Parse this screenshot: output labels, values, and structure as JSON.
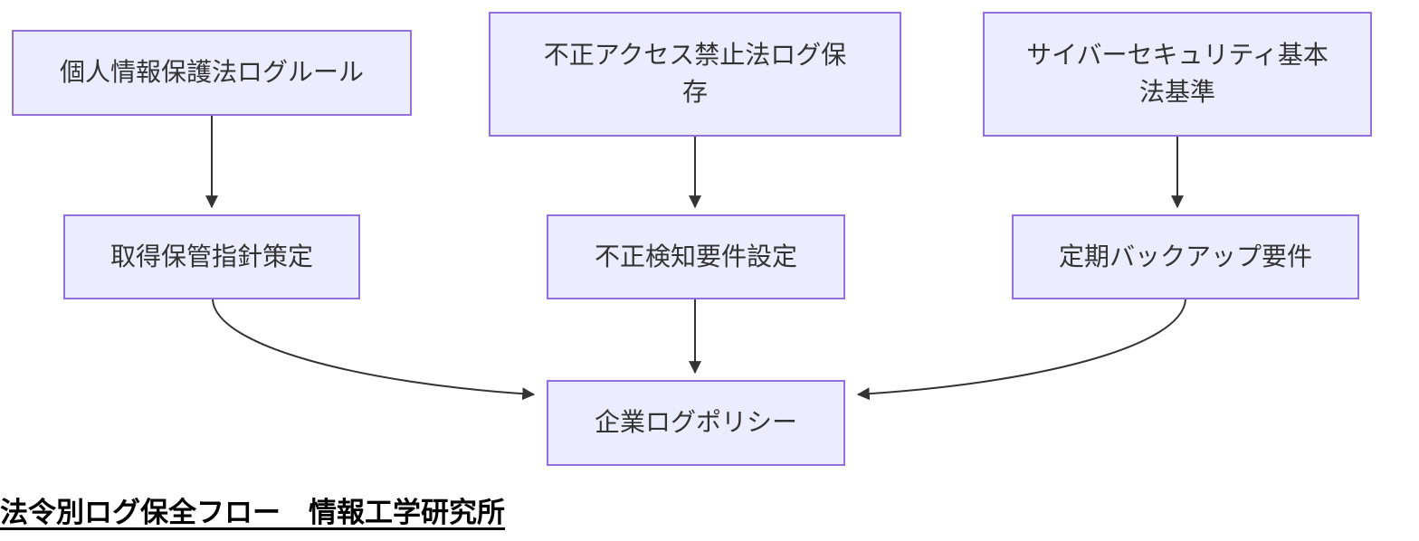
{
  "diagram": {
    "type": "flowchart",
    "direction": "top-down",
    "nodes": [
      {
        "id": "privacy_law",
        "label": "個人情報保護法ログルール",
        "lines": [
          "個人情報保護法ログルール"
        ]
      },
      {
        "id": "unauthorized_access_law",
        "label": "不正アクセス禁止法ログ保存",
        "lines": [
          "不正アクセス禁止法ログ保",
          "存"
        ]
      },
      {
        "id": "cybersecurity_basic_law",
        "label": "サイバーセキュリティ基本法基準",
        "lines": [
          "サイバーセキュリティ基本",
          "法基準"
        ]
      },
      {
        "id": "acquisition_storage_guideline",
        "label": "取得保管指針策定",
        "lines": [
          "取得保管指針策定"
        ]
      },
      {
        "id": "fraud_detection_requirements",
        "label": "不正検知要件設定",
        "lines": [
          "不正検知要件設定"
        ]
      },
      {
        "id": "periodic_backup_requirements",
        "label": "定期バックアップ要件",
        "lines": [
          "定期バックアップ要件"
        ]
      },
      {
        "id": "corporate_log_policy",
        "label": "企業ログポリシー",
        "lines": [
          "企業ログポリシー"
        ]
      }
    ],
    "edges": [
      {
        "from": "privacy_law",
        "to": "acquisition_storage_guideline"
      },
      {
        "from": "unauthorized_access_law",
        "to": "fraud_detection_requirements"
      },
      {
        "from": "cybersecurity_basic_law",
        "to": "periodic_backup_requirements"
      },
      {
        "from": "acquisition_storage_guideline",
        "to": "corporate_log_policy"
      },
      {
        "from": "fraud_detection_requirements",
        "to": "corporate_log_policy"
      },
      {
        "from": "periodic_backup_requirements",
        "to": "corporate_log_policy"
      }
    ],
    "caption": "法令別ログ保全フロー　情報工学研究所",
    "colors": {
      "node_fill": "#ECECFF",
      "node_border": "#9370DB",
      "edge_color": "#333333",
      "node_text_color": "#333333",
      "caption_color": "#000000",
      "background": "#FFFFFF"
    }
  }
}
